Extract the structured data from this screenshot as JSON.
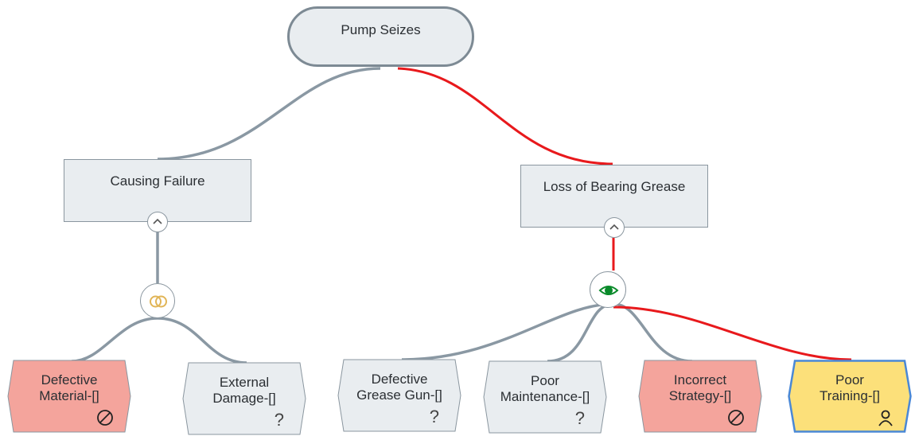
{
  "root": {
    "label": "Pump Seizes"
  },
  "nodes": {
    "causing_failure": {
      "label": "Causing Failure"
    },
    "loss_of_bearing_grease": {
      "label": "Loss of Bearing Grease"
    }
  },
  "toggles": {
    "collapse_glyph": "^"
  },
  "leaves": {
    "defective_material": {
      "line1": "Defective",
      "line2": "Material-[]",
      "status": "not-cause"
    },
    "external_damage": {
      "line1": "External",
      "line2": "Damage-[]",
      "status": "unverified",
      "mark": "?"
    },
    "defective_grease_gun": {
      "line1": "Defective",
      "line2": "Grease Gun-[]",
      "status": "unverified",
      "mark": "?"
    },
    "poor_maintenance": {
      "line1": "Poor",
      "line2": "Maintenance-[]",
      "status": "unverified",
      "mark": "?"
    },
    "incorrect_strategy": {
      "line1": "Incorrect",
      "line2": "Strategy-[]",
      "status": "not-cause"
    },
    "poor_training": {
      "line1": "Poor",
      "line2": "Training-[]",
      "status": "root-cause"
    }
  },
  "gates": {
    "causing_failure_gate": {
      "icon": "linked-rings-icon"
    },
    "loss_gate": {
      "icon": "eye-icon"
    }
  },
  "colors": {
    "connector": "#8a98a3",
    "critical_path": "#e8191c",
    "not_cause_fill": "#f4a49c",
    "unverified_fill": "#e9edf0",
    "root_cause_fill": "#fce07a",
    "root_cause_border": "#4a88d6",
    "rings": "#e1b557",
    "eye": "#0a8a2a"
  }
}
